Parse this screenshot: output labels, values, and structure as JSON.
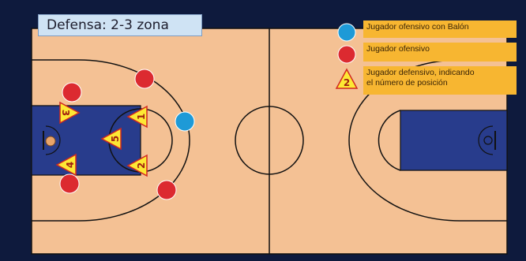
{
  "title": "Defensa:  2-3 zona",
  "legend": {
    "ball_handler": "Jugador ofensivo con Balón",
    "offensive": "Jugador ofensivo",
    "defensive_line1": "Jugador defensivo, indicando",
    "defensive_line2": "el número de posición",
    "example_position": "2"
  },
  "colors": {
    "court": "#f4c194",
    "paint": "#283c8c",
    "lines": "#1a1a1a",
    "offense": "#dc2a30",
    "ball_handler": "#1e9ad7",
    "defense_fill": "#fde834",
    "defense_stroke": "#d22820",
    "legend_bg": "#f7b631"
  },
  "players": {
    "offense_red": [
      "red-1",
      "red-2",
      "red-3",
      "red-4"
    ],
    "ball_handler": "blue-1",
    "defense_positions": [
      "1",
      "2",
      "3",
      "4",
      "5"
    ]
  }
}
